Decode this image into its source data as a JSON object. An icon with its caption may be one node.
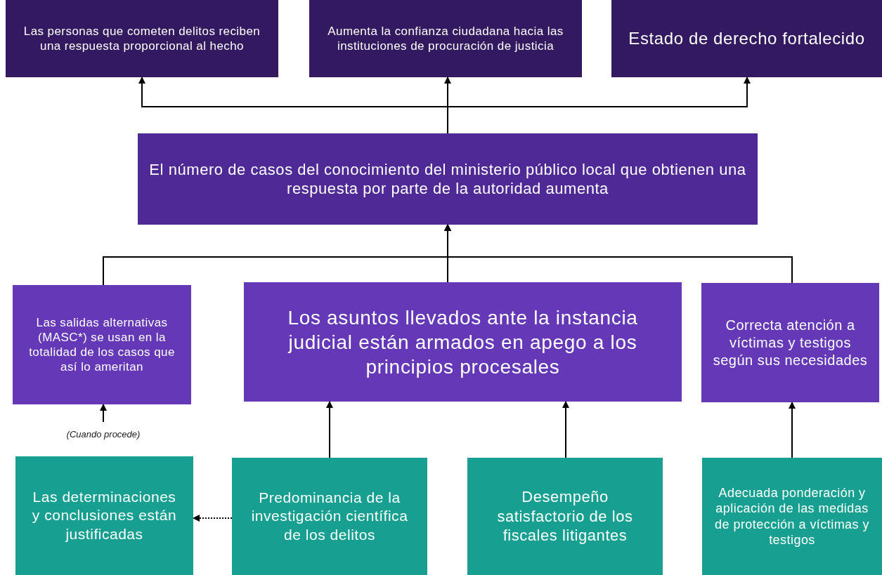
{
  "diagram": {
    "nodes": [
      {
        "text": [
          "Las personas que cometen delitos reciben una respuesta proporcional al hecho"
        ]
      },
      {
        "text": [
          "Aumenta la confianza ciudadana hacia las instituciones de procuración de justicia"
        ]
      },
      {
        "text": [
          "Estado de derecho fortalecido"
        ]
      },
      {
        "text": [
          "El número de casos del conocimiento del ministerio público local que obtienen una respuesta por parte de la autoridad aumenta"
        ]
      },
      {
        "text": [
          "Las salidas alternativas (MASC*) se usan en la totalidad de los casos que así lo ameritan"
        ]
      },
      {
        "text": [
          "Los asuntos llevados ante la instancia judicial están armados en apego a los principios procesales"
        ]
      },
      {
        "text": [
          "Correcta atención a víctimas y testigos según sus necesidades"
        ]
      },
      {
        "text": [
          "Las determinaciones y conclusiones están justificadas"
        ]
      },
      {
        "text": [
          "Predominancia de la investigación científica de los delitos"
        ]
      },
      {
        "text": [
          "Desempeño satisfactorio de los fiscales litigantes"
        ]
      },
      {
        "text": [
          "Adecuada ponderación y aplicación de las medidas de protección a víctimas y testigos"
        ]
      }
    ],
    "edges": [
      {
        "from": 3,
        "to": 0,
        "arrow": "to"
      },
      {
        "from": 3,
        "to": 1,
        "arrow": "to"
      },
      {
        "from": 3,
        "to": 2,
        "arrow": "to"
      },
      {
        "from": 4,
        "to": 3,
        "arrow": "to"
      },
      {
        "from": 5,
        "to": 3,
        "arrow": "to"
      },
      {
        "from": 6,
        "to": 3,
        "arrow": "to"
      },
      {
        "from": null,
        "to": 4,
        "arrow": "to",
        "label": "(Cuando procede)"
      },
      {
        "from": 8,
        "to": 7,
        "arrow": "to",
        "style": "dashed"
      },
      {
        "from": 8,
        "to": 5,
        "arrow": "to"
      },
      {
        "from": 9,
        "to": 5,
        "arrow": "to"
      },
      {
        "from": 10,
        "to": 6,
        "arrow": "to"
      }
    ]
  }
}
